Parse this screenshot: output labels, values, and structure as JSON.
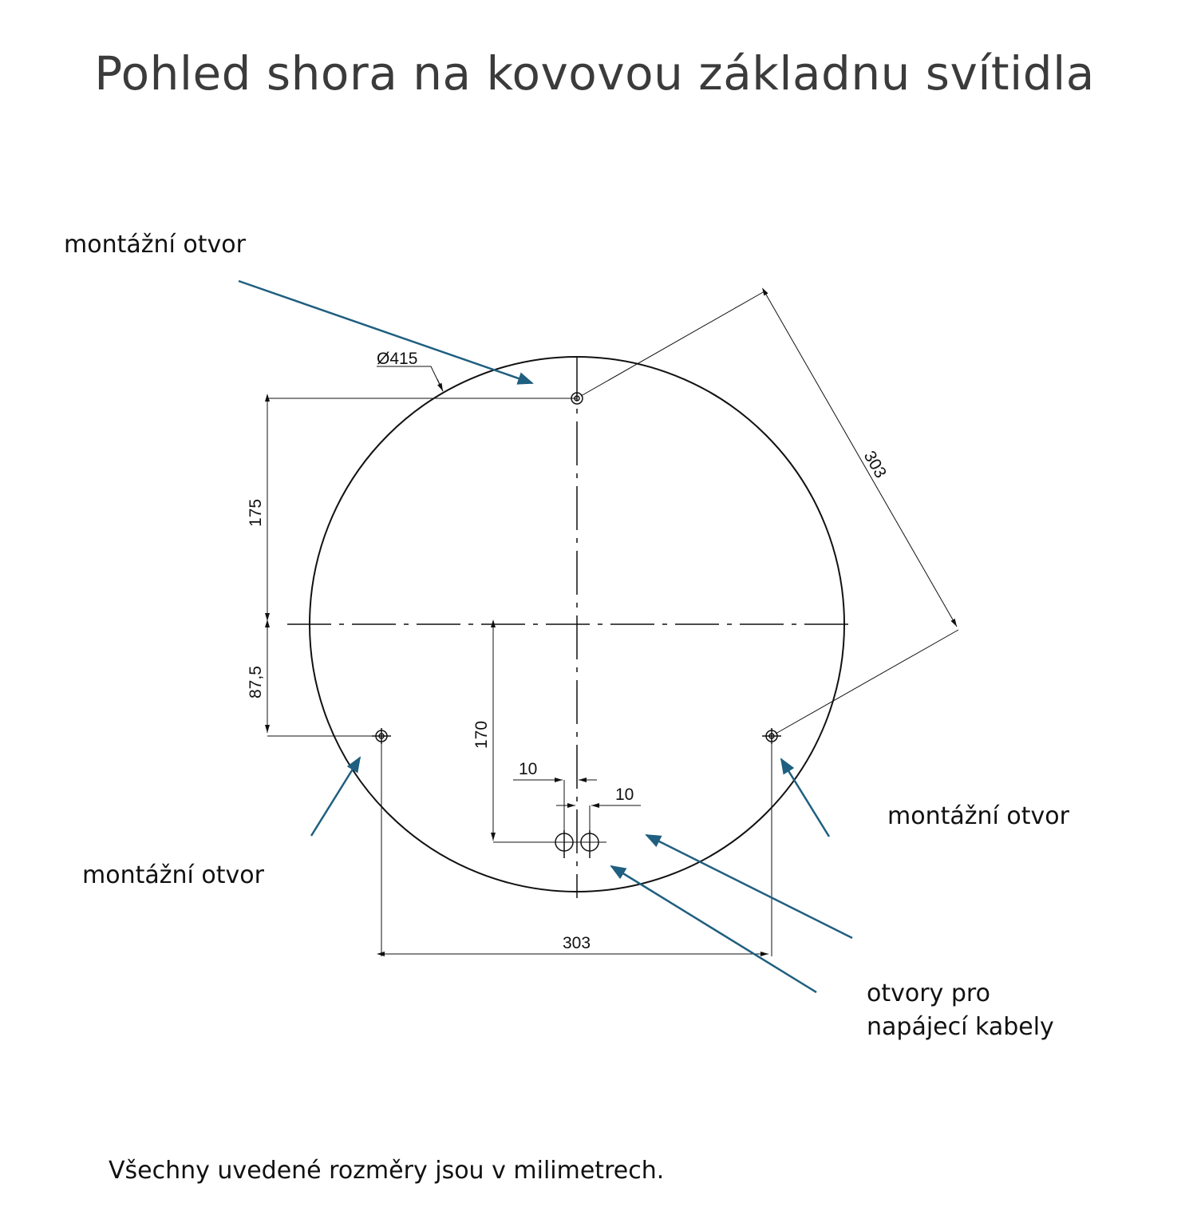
{
  "title": "Pohled shora na kovovou základnu svítidla",
  "labels": {
    "mount_top": "montážní otvor",
    "mount_left": "montážní otvor",
    "mount_right": "montážní otvor",
    "cables_line1": "otvory pro",
    "cables_line2": "napájecí kabely"
  },
  "dimensions": {
    "diameter": "Ø415",
    "diag": "303",
    "top_offset": "175",
    "bottom_offset": "87,5",
    "cable_offset": "170",
    "cable_left": "10",
    "cable_right": "10",
    "bottom_span": "303"
  },
  "footer": "Všechny uvedené rozměry jsou v milimetrech.",
  "colors": {
    "arrow": "#1f5f80",
    "line": "#111111"
  }
}
